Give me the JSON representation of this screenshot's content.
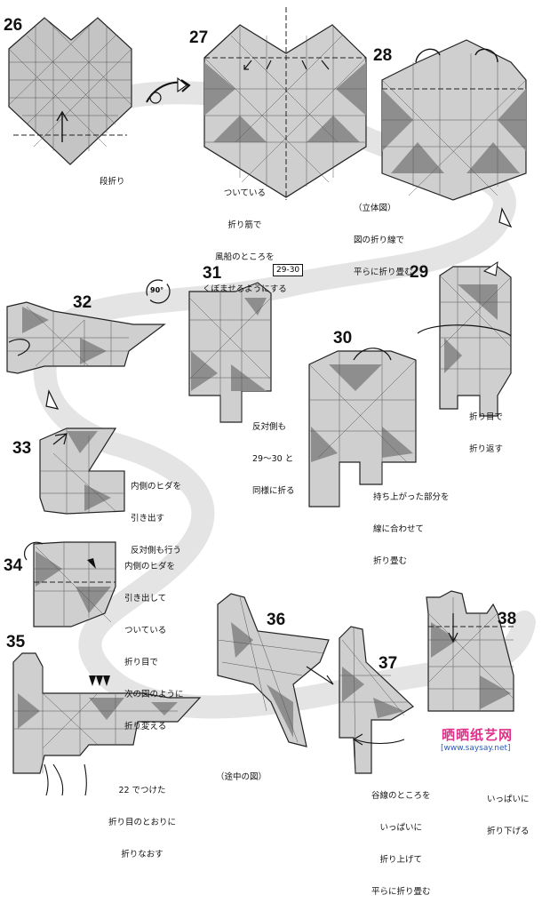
{
  "diagram": {
    "steps": [
      {
        "number": "26",
        "note_lines": [
          "段折り"
        ]
      },
      {
        "number": "27",
        "note_lines": [
          "ついている",
          "折り筋で",
          "風船のところを",
          "くぼませるようにする"
        ]
      },
      {
        "number": "28",
        "note_lines": [
          "（立体図）",
          "図の折り線で",
          "平らに折り畳む"
        ]
      },
      {
        "number": "29",
        "note_lines": [
          "折り目で",
          "折り返す"
        ]
      },
      {
        "number": "30",
        "note_lines": [
          "持ち上がった部分を",
          "線に合わせて",
          "折り畳む"
        ]
      },
      {
        "number": "31",
        "note_lines": [
          "反対側も",
          "29～30 と",
          "同様に折る"
        ],
        "ref_box": "29-30"
      },
      {
        "number": "32",
        "rotation_label": "90°"
      },
      {
        "number": "33",
        "note_lines": [
          "内側のヒダを",
          "引き出す",
          "反対側も行う"
        ]
      },
      {
        "number": "34",
        "note_lines": [
          "内側のヒダを",
          "引き出して",
          "ついている",
          "折り目で",
          "次の図のように",
          "折り変える"
        ]
      },
      {
        "number": "35",
        "note_lines": [
          "22 でつけた",
          "折り目のとおりに",
          "折りなおす"
        ]
      },
      {
        "number": "36",
        "note_lines": [
          "（途中の図）"
        ]
      },
      {
        "number": "37",
        "note_lines": [
          "谷線のところを",
          "いっぱいに",
          "折り上げて",
          "平らに折り畳む"
        ]
      },
      {
        "number": "38",
        "note_lines": [
          "いっぱいに",
          "折り下げる"
        ]
      }
    ]
  },
  "watermark": {
    "title": "晒晒纸艺网",
    "url": "[www.saysay.net]",
    "colors": {
      "pink": "#e2308a",
      "blue": "#2a5ab8"
    }
  },
  "colors": {
    "paper": "#c4c4c4",
    "paper_dark": "#8e8e8e",
    "line": "#222222",
    "path": "#e6e6e6"
  }
}
